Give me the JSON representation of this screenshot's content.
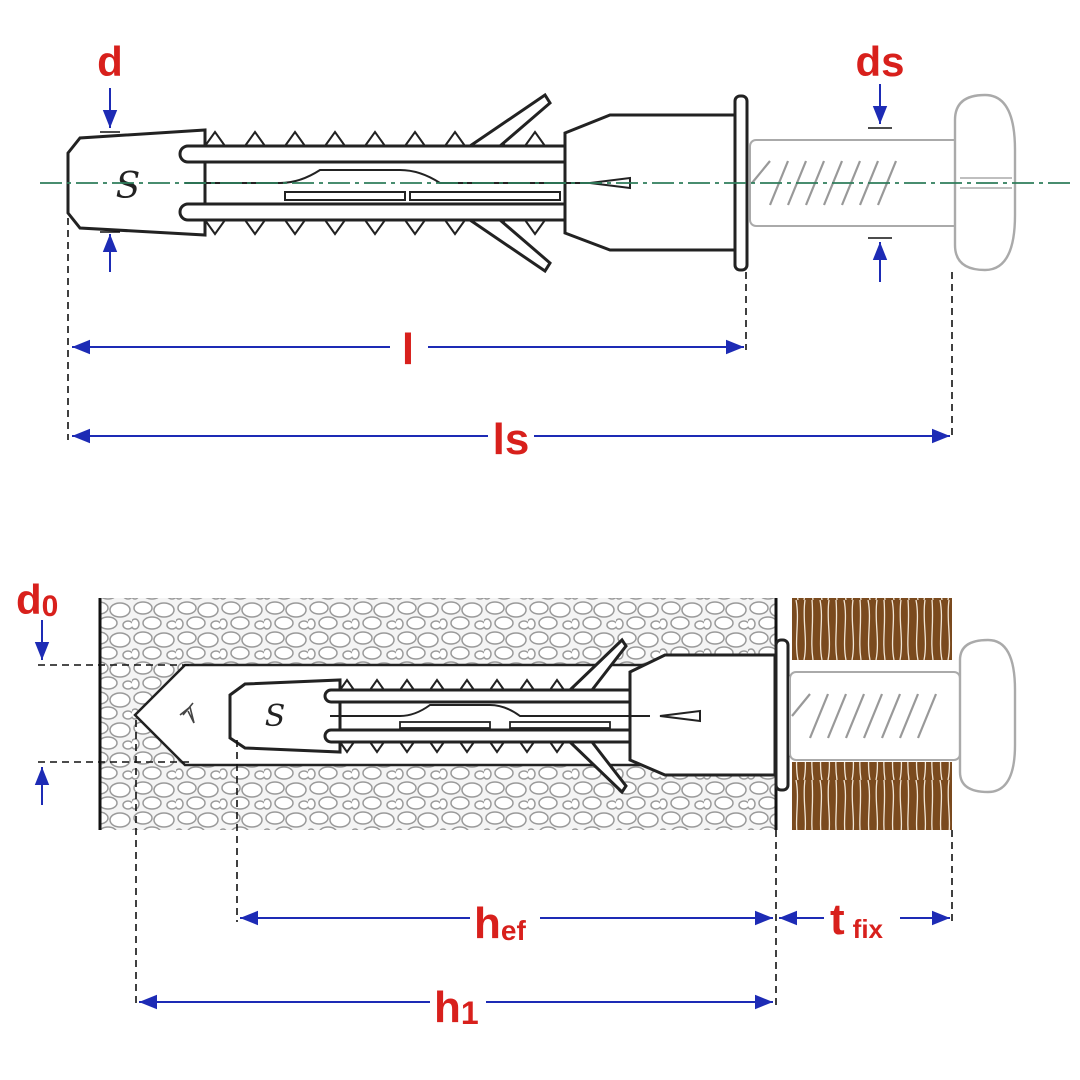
{
  "top_view": {
    "labels": {
      "d": "d",
      "ds": "ds",
      "l": "l",
      "ls": "ls"
    },
    "anchor_mark": "S"
  },
  "bottom_view": {
    "labels": {
      "d0_main": "d",
      "d0_sub": "0",
      "hef_main": "h",
      "hef_sub": "ef",
      "tfix_main": "t",
      "tfix_sub": "fix",
      "h1_main": "h",
      "h1_sub": "1"
    },
    "anchor_mark": "S"
  },
  "colors": {
    "label": "#d8201c",
    "dimension_line": "#1d2bb5",
    "centerline": "#2e7d5b",
    "wood": "#7a4a1e",
    "masonry": "#b5b5b5"
  }
}
